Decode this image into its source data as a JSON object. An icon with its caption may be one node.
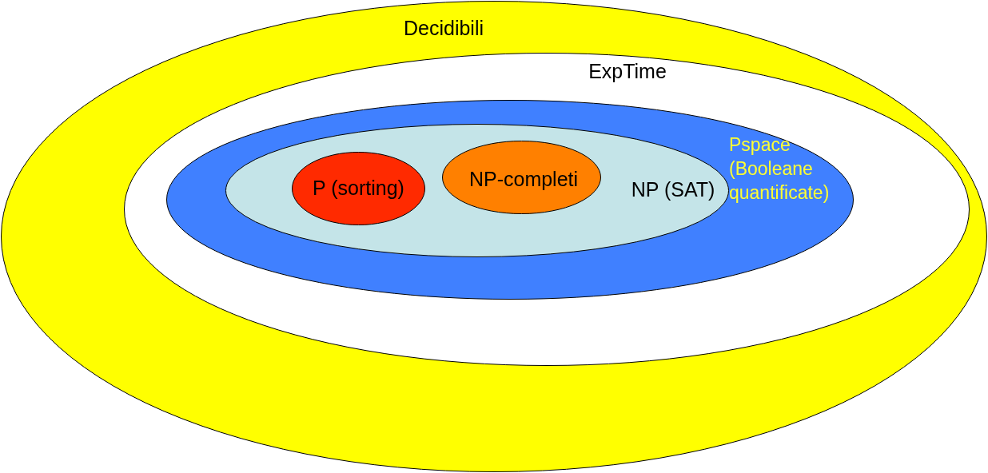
{
  "diagram": {
    "nodes": [
      {
        "text": [
          "Decidibili"
        ]
      },
      {
        "text": [
          "ExpTime"
        ],
        "in": 0
      },
      {
        "text": [
          "Pspace (Booleane quantificate)"
        ],
        "in": 1
      },
      {
        "text": [
          "NP (SAT)"
        ],
        "in": 2
      },
      {
        "text": [
          "P (sorting)"
        ],
        "in": 3
      },
      {
        "text": [
          "NP-completi"
        ],
        "in": 3
      }
    ]
  }
}
